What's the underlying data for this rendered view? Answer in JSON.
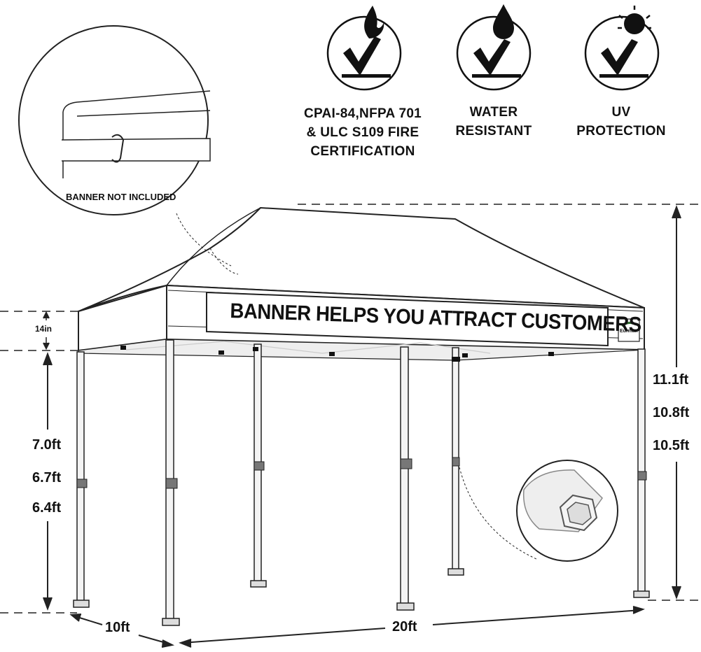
{
  "certifications": [
    {
      "icon": "fire-certification-icon",
      "label": "CPAI-84,NFPA 701\n& ULC S109 FIRE\nCERTIFICATION"
    },
    {
      "icon": "water-resistant-icon",
      "label": "WATER\nRESISTANT"
    },
    {
      "icon": "uv-protection-icon",
      "label": "UV\nPROTECTION"
    }
  ],
  "detail_callout": {
    "label": "BANNER NOT INCLUDED"
  },
  "banner": {
    "text": "BANNER HELPS YOU ATTRACT CUSTOMERS",
    "logo": "Eurmax"
  },
  "dimensions": {
    "valance": "14in",
    "leg_heights": [
      "7.0ft",
      "6.7ft",
      "6.4ft"
    ],
    "total_heights": [
      "11.1ft",
      "10.8ft",
      "10.5ft"
    ],
    "depth": "10ft",
    "width": "20ft"
  },
  "colors": {
    "line": "#222222",
    "canopy": "#ffffff",
    "leg": "#f2f2f2",
    "shade": "#e6e6e6"
  }
}
